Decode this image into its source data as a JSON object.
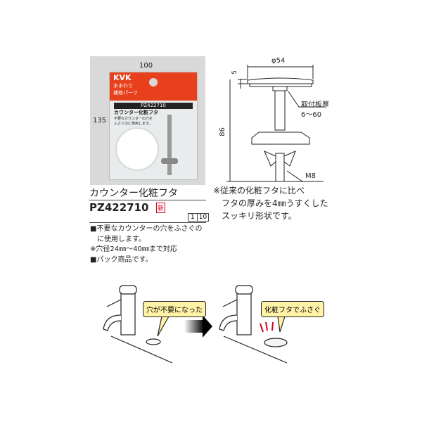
{
  "product": {
    "dim_width": "100",
    "dim_height": "135",
    "package": {
      "brand": "KVK",
      "line1": "水まわり",
      "line2": "補修パーツ",
      "code": "PZ422710",
      "name": "カウンター化粧フタ",
      "desc1": "不要なカウンターの穴を",
      "desc2": "ふさぐのに使用します。"
    },
    "title": "カウンター化粧フタ",
    "code": "PZ422710",
    "new_badge": "新",
    "qty_left": "1",
    "qty_right": "10",
    "bullets": [
      "■不要なカウンターの穴をふさぐの",
      "　に使用します。",
      "※穴径24㎜～40㎜まで対応",
      "■パック商品です。"
    ]
  },
  "diagram": {
    "diameter": "φ54",
    "thickness": "5",
    "height": "86",
    "plate_label": "取付板厚",
    "plate_range": "6～60",
    "thread": "M8",
    "note": [
      "※従来の化粧フタに比べ",
      "　フタの厚みを4㎜うすくした",
      "　スッキリ形状です。"
    ]
  },
  "illustration": {
    "bubble_before": "穴が不要になった",
    "bubble_after": "化粧フタでふさぐ"
  },
  "colors": {
    "brand_red": "#e8401c",
    "bubble": "#fff3a8",
    "accent_red": "#d4001a"
  }
}
